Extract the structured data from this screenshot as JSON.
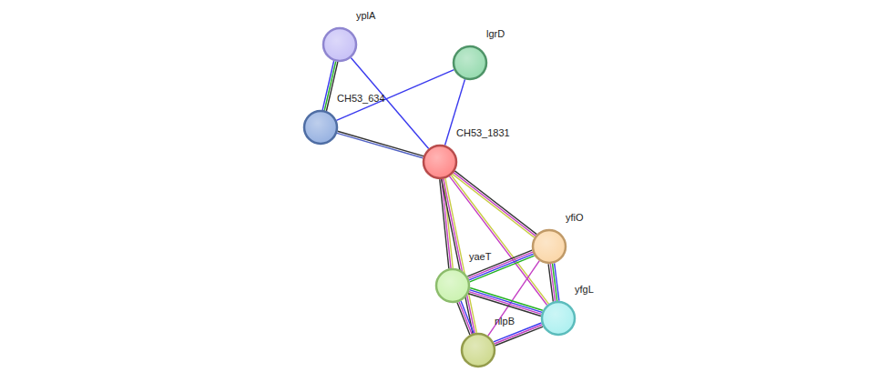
{
  "diagram": {
    "nodes": [
      {
        "text": [
          "yplA"
        ]
      },
      {
        "text": [
          "lgrD"
        ]
      },
      {
        "text": [
          "CH53_634"
        ]
      },
      {
        "text": [
          "CH53_1831"
        ]
      },
      {
        "text": [
          "yfiO"
        ]
      },
      {
        "text": [
          "yaeT"
        ]
      },
      {
        "text": [
          "yfgL"
        ]
      },
      {
        "text": [
          "nlpB"
        ]
      }
    ],
    "edges": [
      {
        "from": 0,
        "to": 2,
        "arrow": "none"
      },
      {
        "from": 0,
        "to": 3,
        "arrow": "none"
      },
      {
        "from": 2,
        "to": 1,
        "arrow": "none"
      },
      {
        "from": 1,
        "to": 3,
        "arrow": "none"
      },
      {
        "from": 2,
        "to": 3,
        "arrow": "none"
      },
      {
        "from": 3,
        "to": 4,
        "arrow": "none"
      },
      {
        "from": 3,
        "to": 5,
        "arrow": "none"
      },
      {
        "from": 3,
        "to": 6,
        "arrow": "none"
      },
      {
        "from": 3,
        "to": 7,
        "arrow": "none"
      },
      {
        "from": 4,
        "to": 5,
        "arrow": "none"
      },
      {
        "from": 4,
        "to": 6,
        "arrow": "none"
      },
      {
        "from": 4,
        "to": 7,
        "arrow": "none"
      },
      {
        "from": 5,
        "to": 6,
        "arrow": "none"
      },
      {
        "from": 5,
        "to": 7,
        "arrow": "none"
      },
      {
        "from": 7,
        "to": 6,
        "arrow": "none"
      }
    ]
  }
}
